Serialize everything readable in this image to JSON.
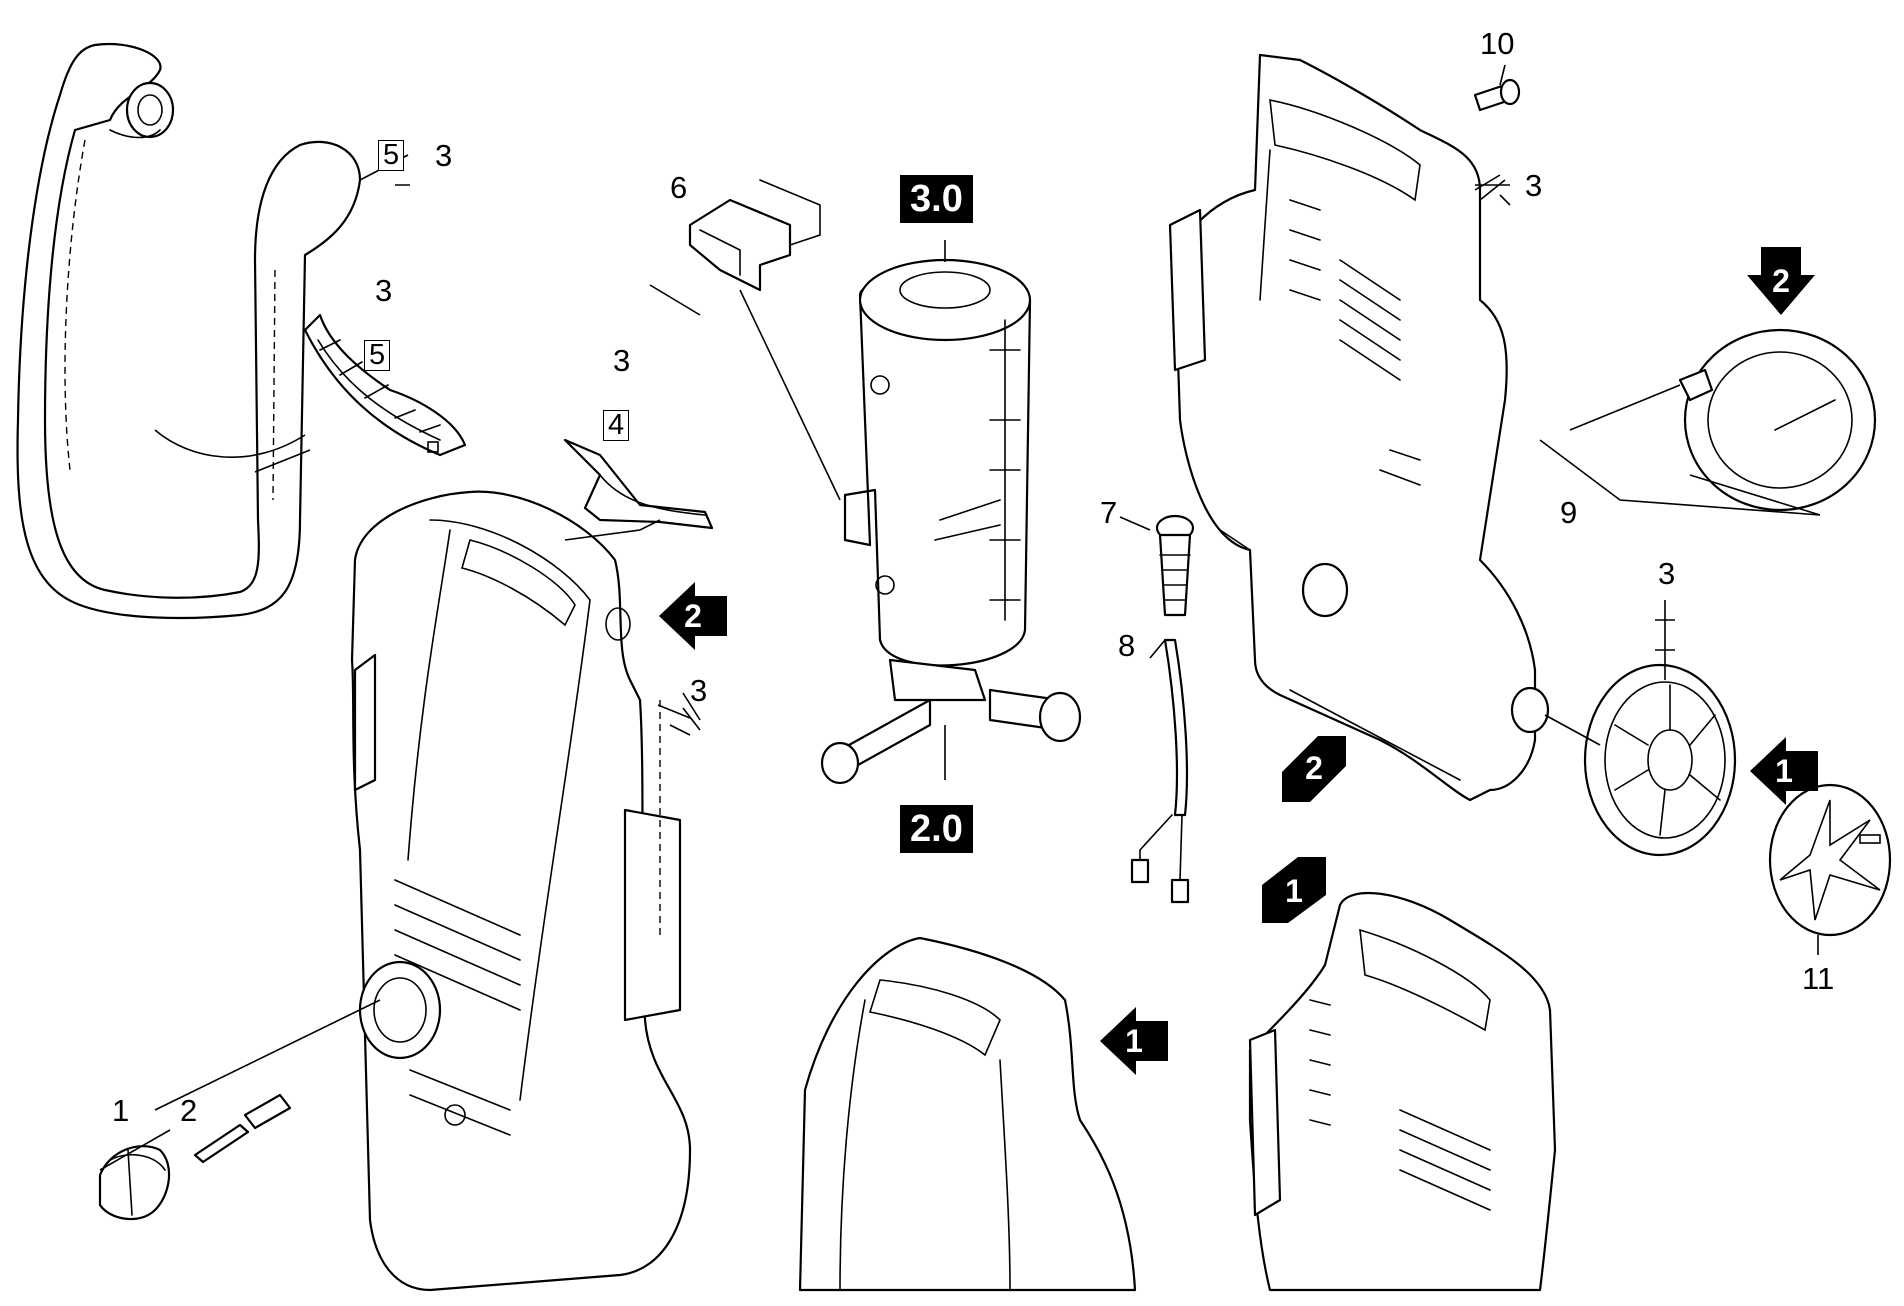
{
  "callouts": {
    "c1": "1",
    "c2": "2",
    "c3a": "3",
    "c3b": "3",
    "c3c": "3",
    "c3d": "3",
    "c3e": "3",
    "c3f": "3",
    "c4": "4",
    "c5a": "5",
    "c5b": "5",
    "c6": "6",
    "c7": "7",
    "c8": "8",
    "c9": "9",
    "c10": "10",
    "c11": "11"
  },
  "section_badges": {
    "top": "3.0",
    "bottom": "2.0"
  },
  "view_markers": {
    "front_side": "2",
    "rear_bottom": "2",
    "wheel_top": "2",
    "rear_detail": "1",
    "front_detail": "1",
    "wheel_side": "1"
  },
  "colors": {
    "line": "#000000",
    "background": "#ffffff",
    "badge_fill": "#000000",
    "badge_text": "#ffffff"
  }
}
